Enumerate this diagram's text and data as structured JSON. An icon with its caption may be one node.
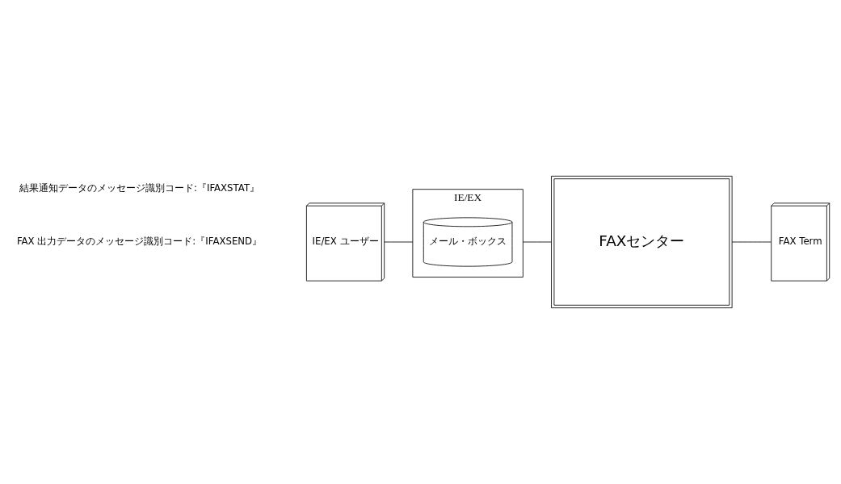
{
  "diagram": {
    "nodes": [
      {
        "text": [
          "IE/EX ユーザー"
        ]
      },
      {
        "text": [
          "IE/EX"
        ]
      },
      {
        "text": [
          "メール・ボックス"
        ],
        "in": 1
      },
      {
        "text": [
          "FAXセンター"
        ]
      },
      {
        "text": [
          "FAX Term"
        ]
      }
    ],
    "edges": [
      {
        "from": 0,
        "to": 1,
        "arrow": "none"
      },
      {
        "from": 1,
        "to": 3,
        "arrow": "none"
      },
      {
        "from": 3,
        "to": 4,
        "arrow": "none"
      }
    ],
    "labels": [
      "FAX 出力データのメッセージ識別コード:『IFAXSEND』",
      "結果通知データのメッセージ識別コード:『IFAXSTAT』"
    ]
  }
}
